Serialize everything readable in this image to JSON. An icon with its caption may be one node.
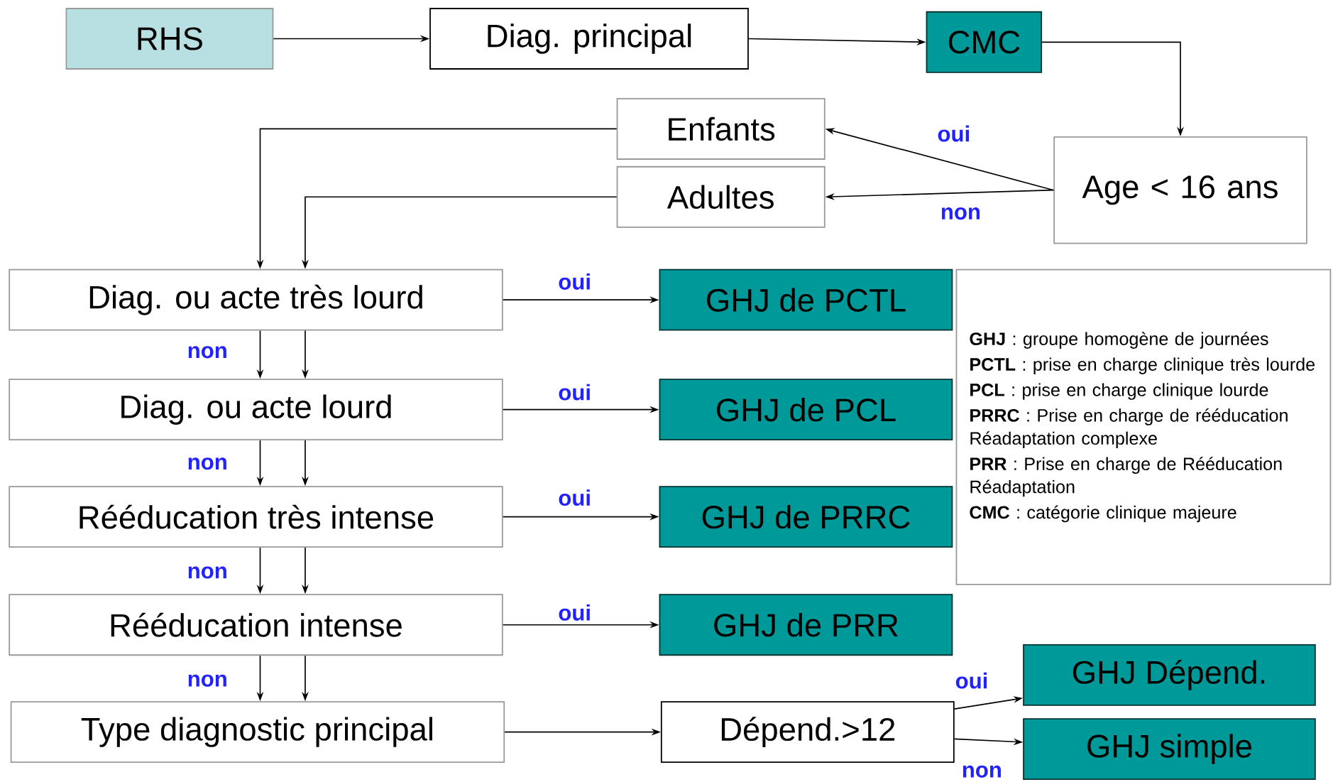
{
  "diagram": {
    "nodes": [
      {
        "text": [
          "RHS"
        ]
      },
      {
        "text": [
          "Diag. principal"
        ]
      },
      {
        "text": [
          "CMC"
        ]
      },
      {
        "text": [
          "Age < 16 ans"
        ]
      },
      {
        "text": [
          "Enfants"
        ]
      },
      {
        "text": [
          "Adultes"
        ]
      },
      {
        "text": [
          "Diag. ou acte très lourd"
        ]
      },
      {
        "text": [
          "GHJ de PCTL"
        ]
      },
      {
        "text": [
          "Diag. ou acte lourd"
        ]
      },
      {
        "text": [
          "GHJ de PCL"
        ]
      },
      {
        "text": [
          "Rééducation très intense"
        ]
      },
      {
        "text": [
          "GHJ de PRRC"
        ]
      },
      {
        "text": [
          "Rééducation intense"
        ]
      },
      {
        "text": [
          "GHJ de PRR"
        ]
      },
      {
        "text": [
          "Type diagnostic principal"
        ]
      },
      {
        "text": [
          "Dépend.>12"
        ]
      },
      {
        "text": [
          "GHJ Dépend."
        ]
      },
      {
        "text": [
          "GHJ simple"
        ]
      },
      {
        "text": [
          "**GHJ** : groupe homogène de journées",
          "**PCTL** : prise en charge clinique très lourde",
          "**PCL** : prise en charge clinique lourde",
          "**PRRC** : Prise en charge de rééducation Réadaptation complexe",
          "**PRR** : Prise en charge de Rééducation Réadaptation",
          "**CMC** : catégorie clinique majeure"
        ]
      }
    ],
    "edges": [
      {
        "from": 0,
        "to": 1,
        "arrow": "to"
      },
      {
        "from": 1,
        "to": 2,
        "arrow": "to"
      },
      {
        "from": 2,
        "to": 3,
        "arrow": "to"
      },
      {
        "from": 3,
        "to": 4,
        "arrow": "to",
        "label": "oui"
      },
      {
        "from": 3,
        "to": 5,
        "arrow": "to",
        "label": "non"
      },
      {
        "from": 4,
        "to": 6,
        "arrow": "to"
      },
      {
        "from": 5,
        "to": 6,
        "arrow": "to"
      },
      {
        "from": 6,
        "to": 7,
        "arrow": "to",
        "label": "oui"
      },
      {
        "from": 6,
        "to": 8,
        "arrow": "to",
        "label": "non"
      },
      {
        "from": 6,
        "to": 8,
        "arrow": "to"
      },
      {
        "from": 8,
        "to": 9,
        "arrow": "to",
        "label": "oui"
      },
      {
        "from": 8,
        "to": 10,
        "arrow": "to",
        "label": "non"
      },
      {
        "from": 8,
        "to": 10,
        "arrow": "to"
      },
      {
        "from": 10,
        "to": 11,
        "arrow": "to",
        "label": "oui"
      },
      {
        "from": 10,
        "to": 12,
        "arrow": "to",
        "label": "non"
      },
      {
        "from": 10,
        "to": 12,
        "arrow": "to"
      },
      {
        "from": 12,
        "to": 13,
        "arrow": "to",
        "label": "oui"
      },
      {
        "from": 12,
        "to": 14,
        "arrow": "to",
        "label": "non"
      },
      {
        "from": 12,
        "to": 14,
        "arrow": "to"
      },
      {
        "from": 14,
        "to": 15,
        "arrow": "to"
      },
      {
        "from": 15,
        "to": 16,
        "arrow": "to",
        "label": "oui"
      },
      {
        "from": 15,
        "to": 17,
        "arrow": "to",
        "label": "non"
      }
    ]
  }
}
